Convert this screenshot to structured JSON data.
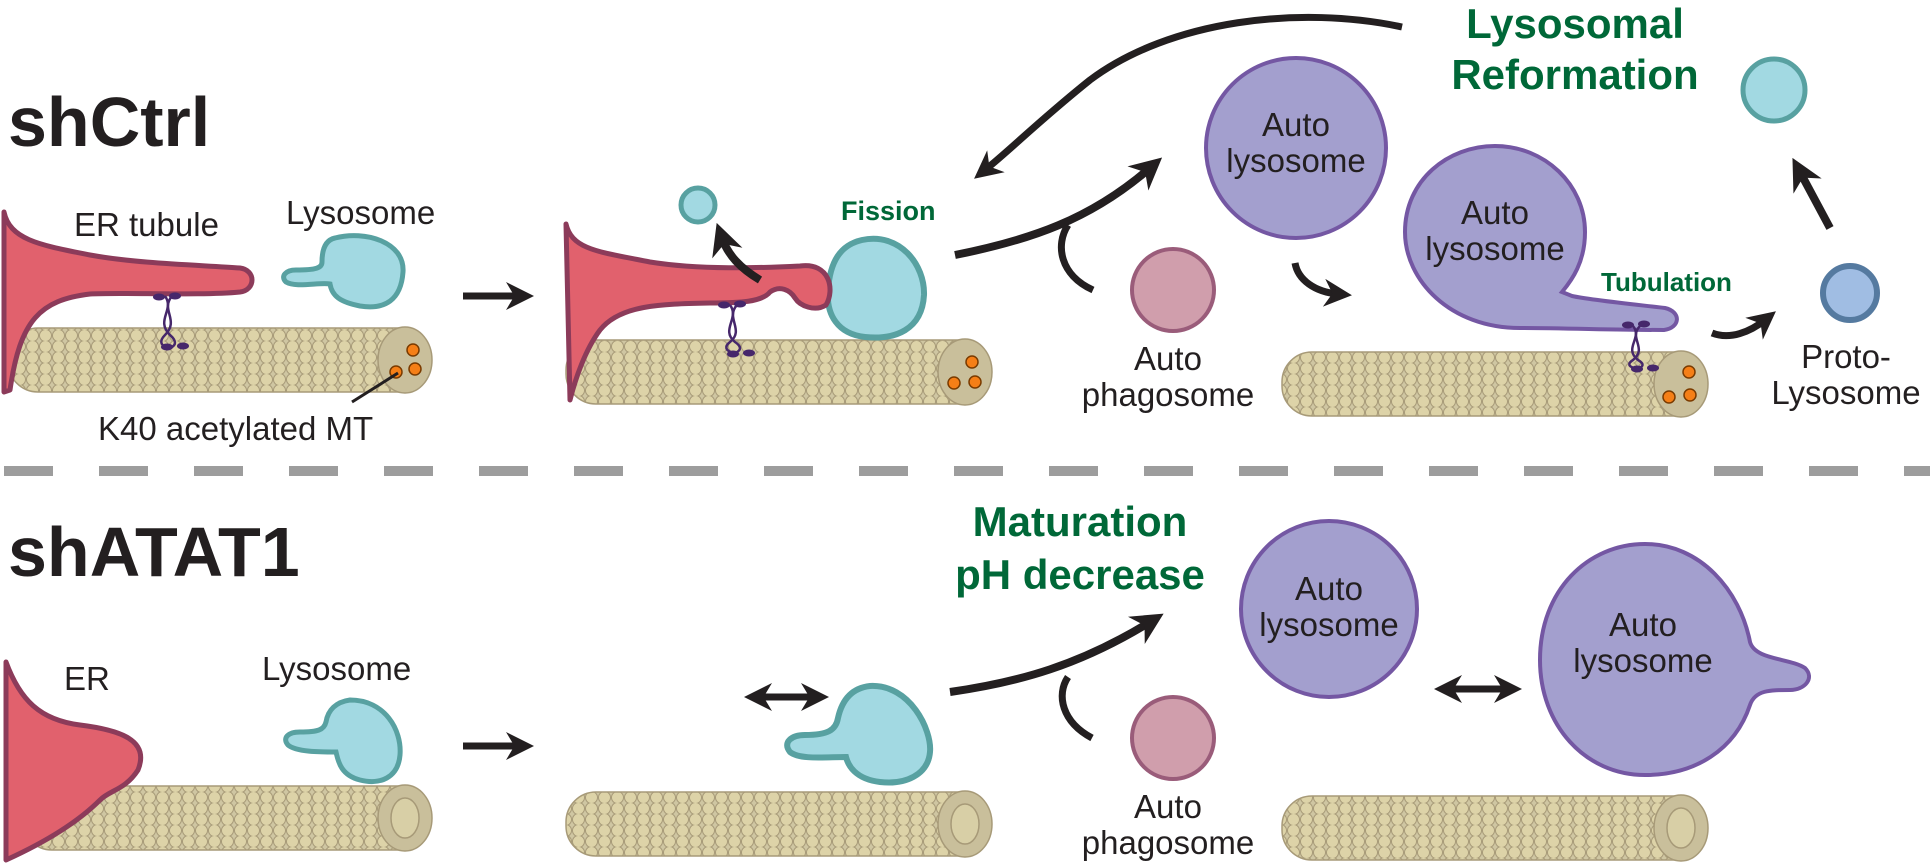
{
  "conditions": {
    "control": "shCtrl",
    "knockdown": "shATAT1"
  },
  "labels": {
    "er_tubule": "ER tubule",
    "er": "ER",
    "lysosome": "Lysosome",
    "k40_mt": "K40 acetylated MT",
    "fission": "Fission",
    "lysosomal_reformation_line1": "Lysosomal",
    "lysosomal_reformation_line2": "Reformation",
    "autolysosome_line1": "Auto",
    "autolysosome_line2": "lysosome",
    "autophagosome_line1": "Auto",
    "autophagosome_line2": "phagosome",
    "tubulation": "Tubulation",
    "protolysosome_line1": "Proto-",
    "protolysosome_line2": "Lysosome",
    "maturation_line1": "Maturation",
    "maturation_line2": "pH decrease"
  },
  "colors": {
    "er_fill": "#e1616d",
    "er_stroke": "#8c3b5a",
    "lysosome_fill": "#a2d9e2",
    "lysosome_stroke": "#58a1a1",
    "autolysosome_fill": "#a39fce",
    "autolysosome_stroke": "#7457a3",
    "autophagosome_fill": "#d09eac",
    "autophagosome_stroke": "#9a5c7a",
    "protolysosome_fill": "#a0bde3",
    "protolysosome_stroke": "#557aa0",
    "mt_fill": "#d8d0a8",
    "mt_stroke": "#a79a78",
    "acetyl": "#f57f17",
    "motor": "#46276b",
    "arrow": "#231f20",
    "annotation": "#006838",
    "divider": "#9d9d9d"
  }
}
